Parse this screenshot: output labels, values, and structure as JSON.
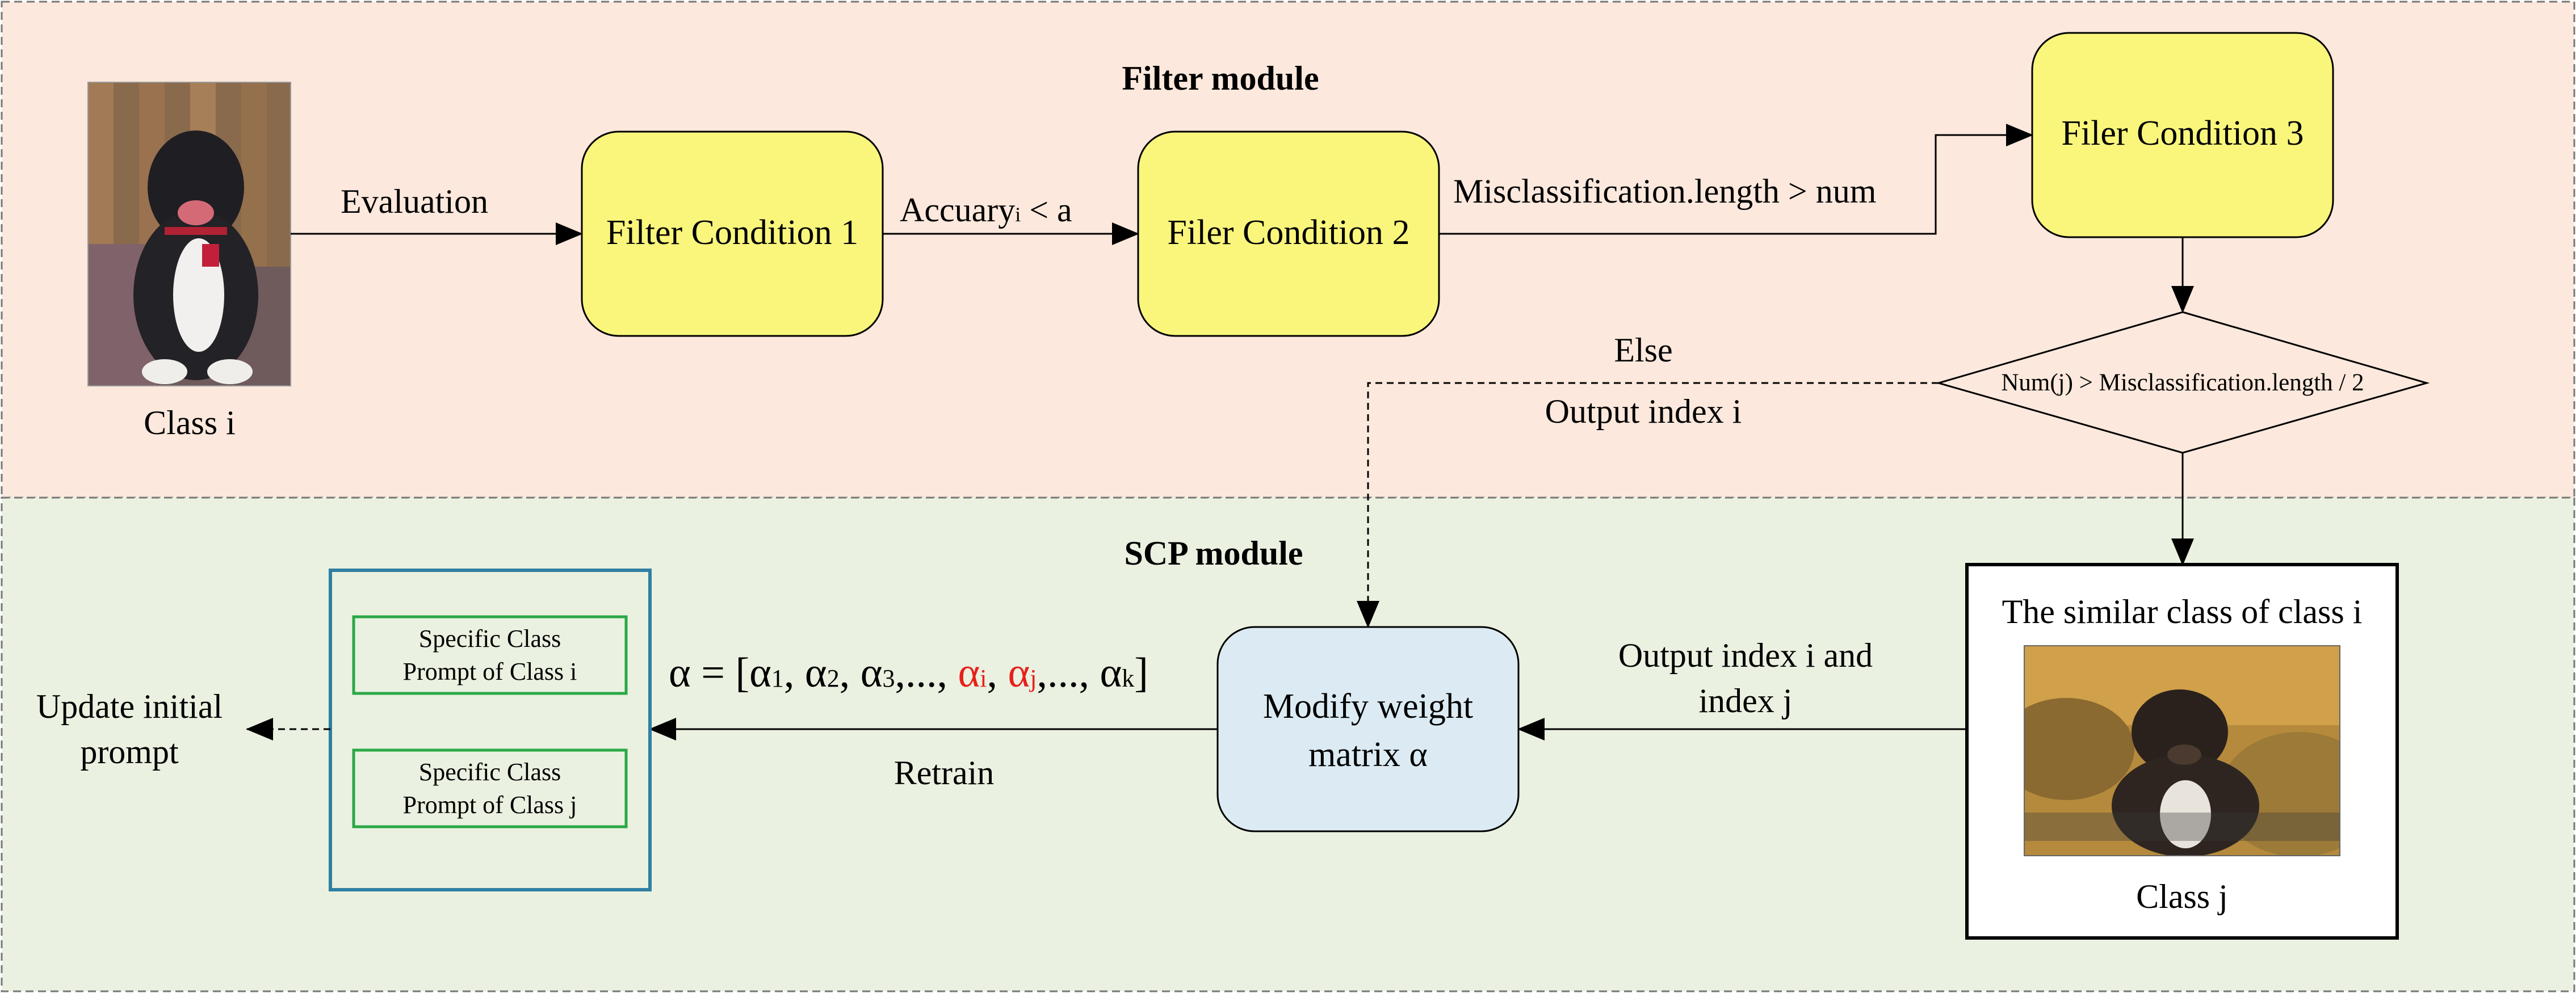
{
  "colors": {
    "filter_bg": "#fce8dc",
    "scp_bg": "#eaf1e0",
    "condition_fill": "#faf67c",
    "modify_fill": "#dcebf3",
    "prompt_panel_border": "#2f7fa3",
    "prompt_box_border": "#2aa846",
    "highlight": "#e8201a"
  },
  "filter_module": {
    "title": "Filter module",
    "image_caption": "Class i",
    "image_icon": "dog-photo-icon",
    "edge_evaluation": "Evaluation",
    "condition1": "Filter Condition 1",
    "edge_accuracy": {
      "base": "Accuary",
      "sub": "i",
      "rest": " < a"
    },
    "condition2": "Filer Condition 2",
    "edge_misclassification": "Misclassification.length > num",
    "condition3": "Filer Condition 3",
    "decision": "Num(j) > Misclassification.length / 2",
    "else_label": "Else",
    "else_output": "Output index i"
  },
  "scp_module": {
    "title": "SCP module",
    "similar_title": "The similar class of class i",
    "similar_caption": "Class j",
    "similar_icon": "dog-photo-icon",
    "output_label_line1": "Output index i and",
    "output_label_line2": "index j",
    "modify_line1": "Modify weight",
    "modify_line2": "matrix α",
    "formula": {
      "prefix": "α = [α",
      "s1": "1",
      "p2": ", α",
      "s2": "2",
      "p3": ", α",
      "s3": "3",
      "p4": ",..., ",
      "ai": "α",
      "si": "i",
      "p5": ", ",
      "aj": "α",
      "sj": "j",
      "p6": ",..., α",
      "sk": "k",
      "suffix": "]"
    },
    "retrain": "Retrain",
    "prompt_i_line1": "Specific Class",
    "prompt_i_line2": "Prompt of Class i",
    "prompt_j_line1": "Specific Class",
    "prompt_j_line2": "Prompt of Class j",
    "update_line1": "Update initial",
    "update_line2": "prompt"
  }
}
